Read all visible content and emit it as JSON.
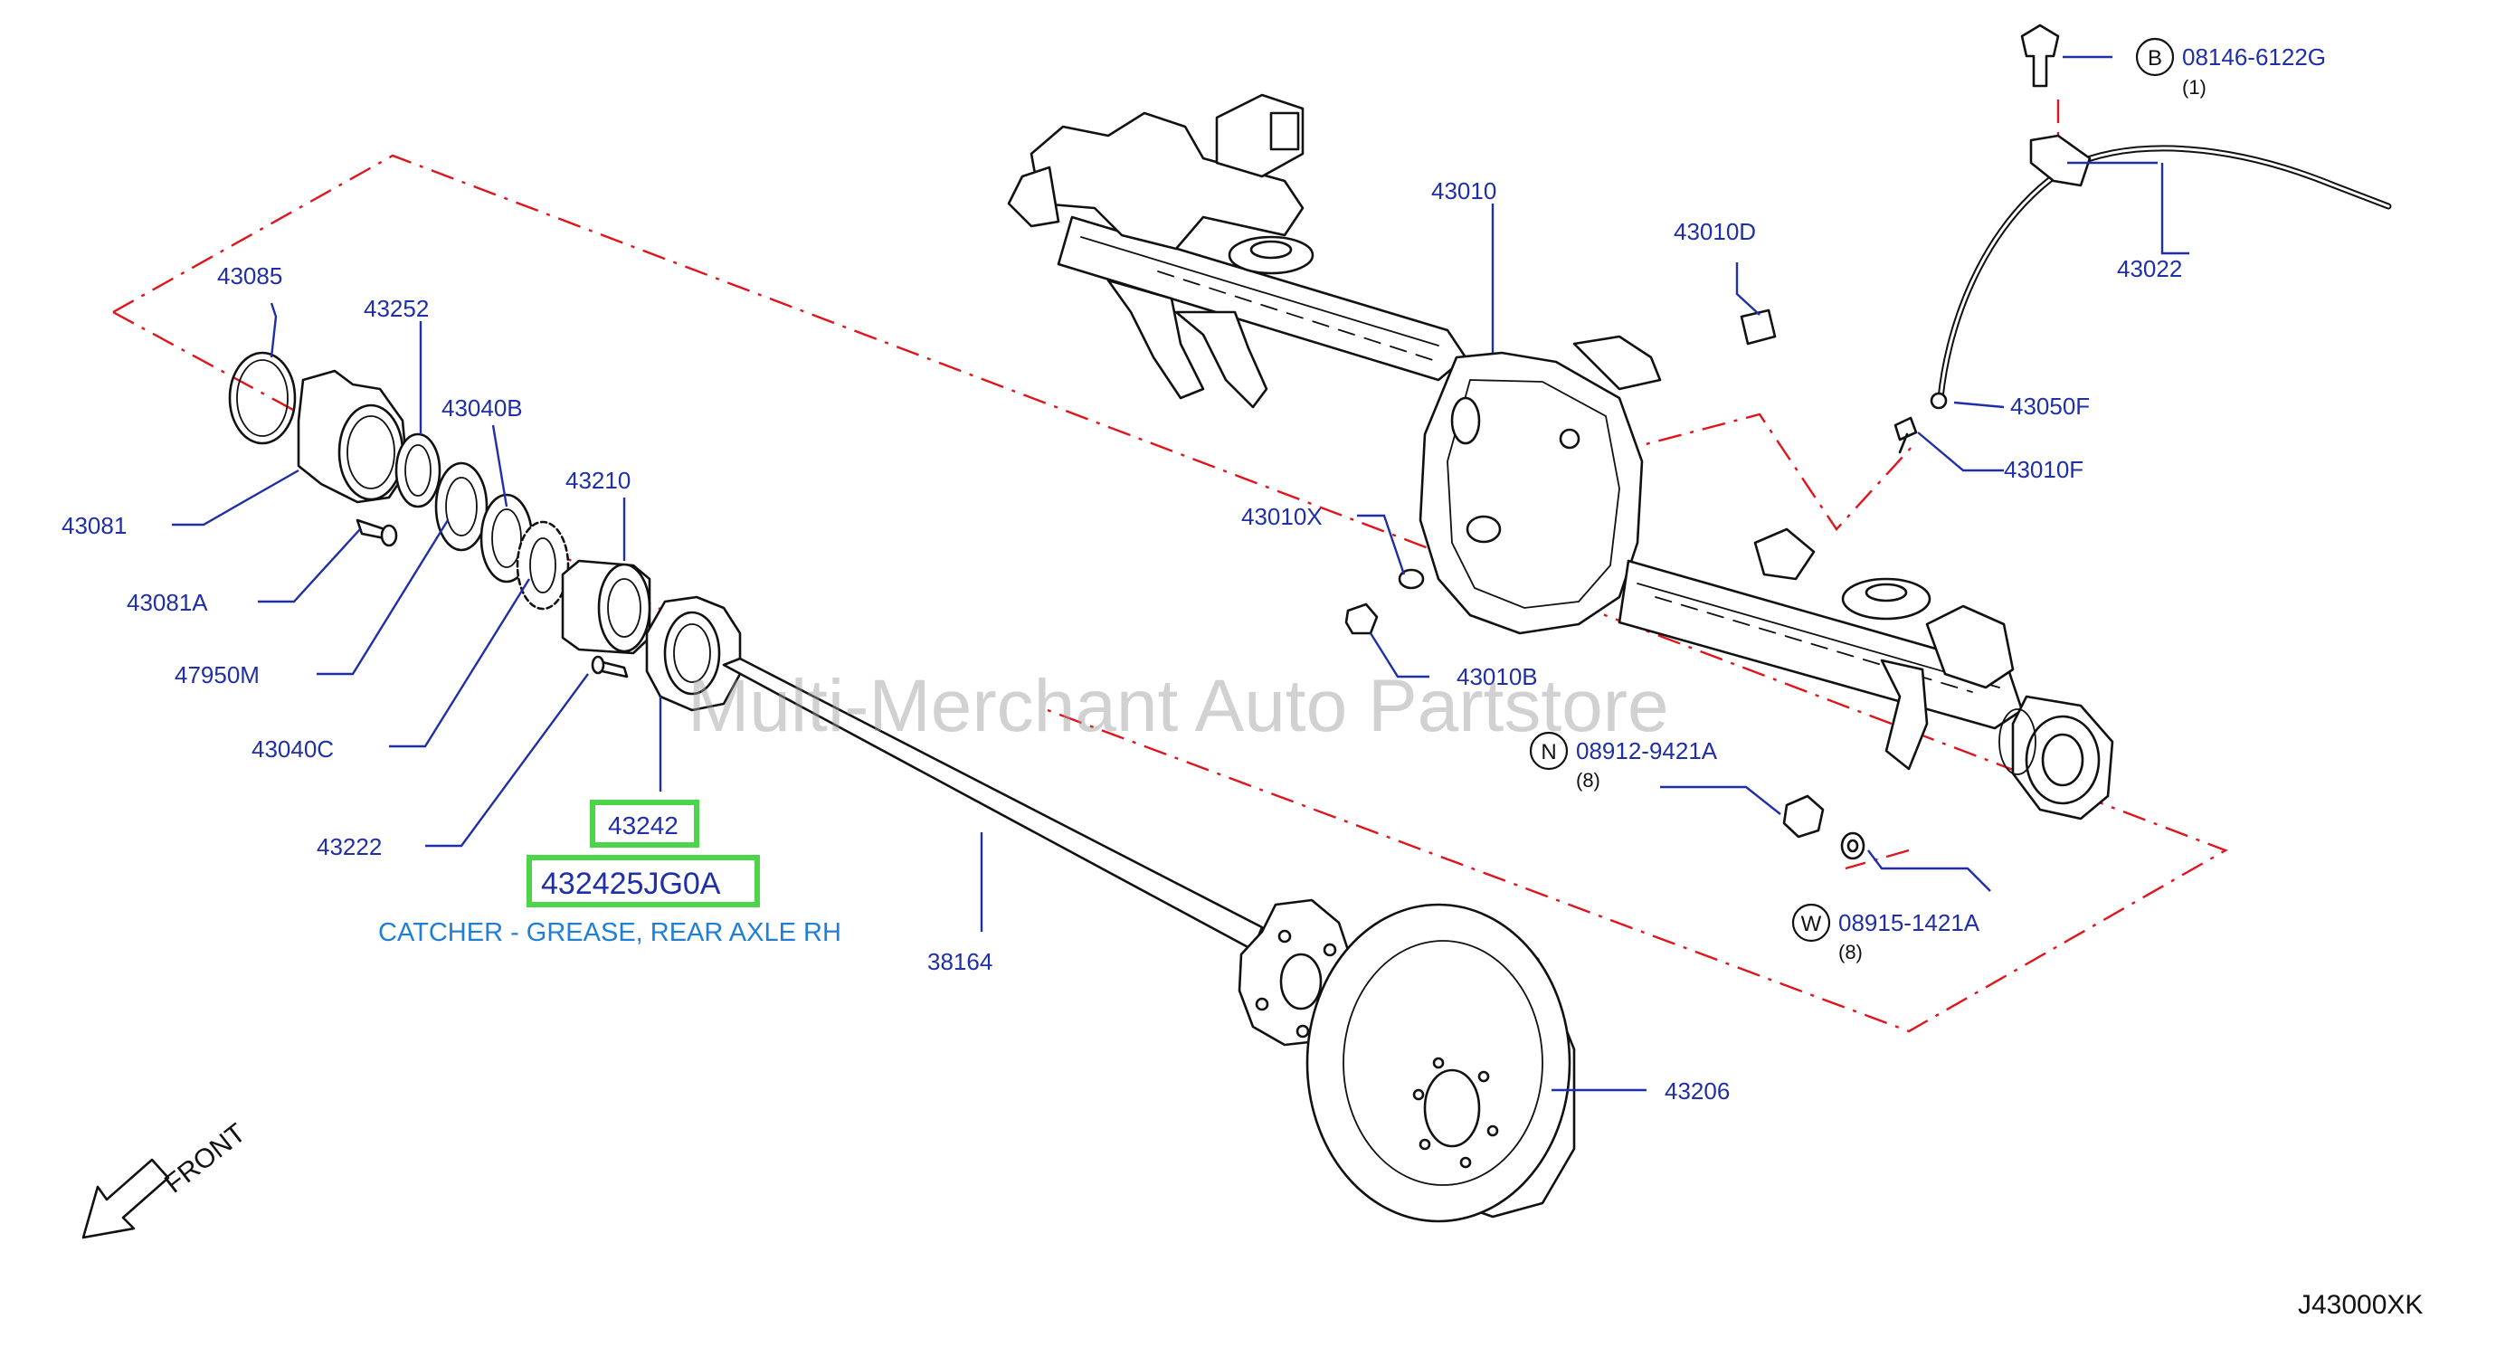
{
  "diagram": {
    "reference_code": "J43000XK",
    "watermark": "Multi-Merchant Auto Partstore",
    "front_label": "FRONT",
    "highlight_color": "#4cd44a",
    "leader_color": "#1f2fa8",
    "zone_color": "#e0141b",
    "selected": {
      "part_number": "43242",
      "catalog_number": "432425JG0A",
      "description": "CATCHER - GREASE, REAR AXLE RH"
    },
    "labels": {
      "p43085": "43085",
      "p43252": "43252",
      "p43040B": "43040B",
      "p43210": "43210",
      "p43081": "43081",
      "p43081A": "43081A",
      "p47950M": "47950M",
      "p43040C": "43040C",
      "p43222": "43222",
      "p43010": "43010",
      "p43010D": "43010D",
      "p43022": "43022",
      "p43050F": "43050F",
      "p43010F": "43010F",
      "p43010X": "43010X",
      "p43010B": "43010B",
      "p38164": "38164",
      "p43206": "43206"
    },
    "fasteners": {
      "b": {
        "symbol": "B",
        "part_number": "08146-6122G",
        "qty": "(1)"
      },
      "n": {
        "symbol": "N",
        "part_number": "08912-9421A",
        "qty": "(8)"
      },
      "w": {
        "symbol": "W",
        "part_number": "08915-1421A",
        "qty": "(8)"
      }
    }
  }
}
